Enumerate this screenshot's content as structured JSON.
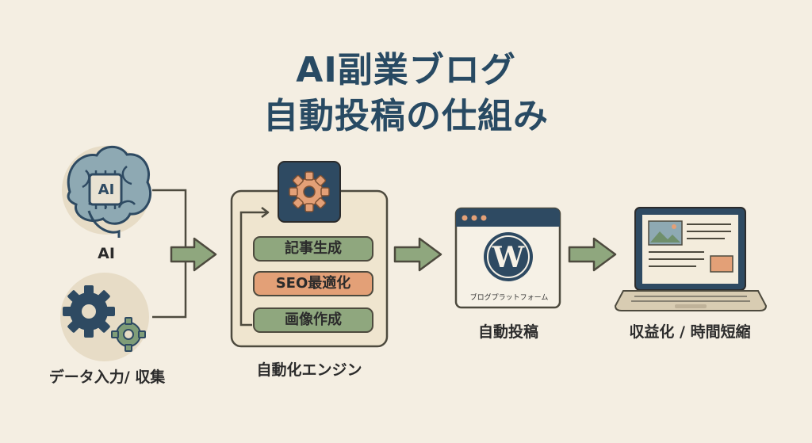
{
  "title": {
    "line1": "AI副業ブログ",
    "line2": "自動投稿の仕組み"
  },
  "nodes": {
    "ai": {
      "label": "AI",
      "badge": "AI"
    },
    "data_input": {
      "label": "データ入力/ 収集"
    },
    "engine": {
      "label": "自動化エンジン",
      "steps": [
        "記事生成",
        "SEO最適化",
        "画像作成"
      ]
    },
    "posting": {
      "label": "自動投稿",
      "platform_caption": "ブログプラットフォーム",
      "logo_letter": "W"
    },
    "result": {
      "label": "収益化 / 時間短縮"
    }
  },
  "colors": {
    "background": "#f4eee2",
    "title": "#284a63",
    "navy": "#2e4a62",
    "green": "#8fa77e",
    "orange": "#e3a077",
    "panel": "#efe5cf"
  }
}
